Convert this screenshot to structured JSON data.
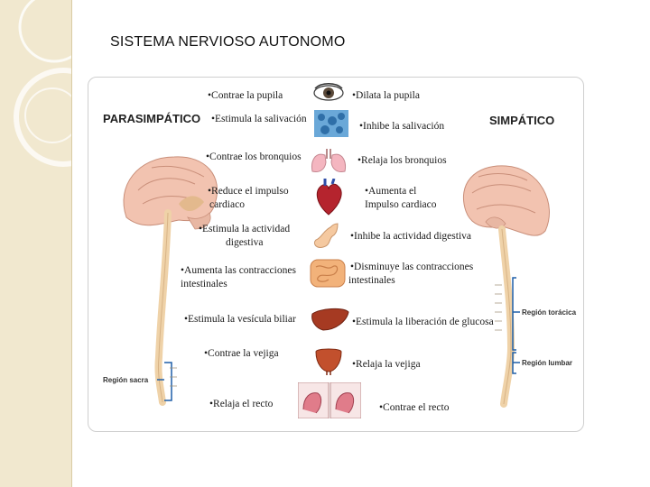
{
  "slide": {
    "title": "SISTEMA NERVIOSO AUTONOMO"
  },
  "diagram": {
    "parasympathetic_header": "PARASIMPÁTICO",
    "sympathetic_header": "SIMPÁTICO",
    "parasympathetic_effects": [
      "•Contrae la pupila",
      "•Estimula la salivación",
      "•Contrae los bronquios",
      "•Reduce el impulso",
      "cardiaco",
      "•Estimula la actividad",
      "digestiva",
      "•Aumenta las contracciones",
      "intestinales",
      "•Estimula la vesícula biliar",
      "•Contrae la vejiga",
      "•Relaja el recto"
    ],
    "sympathetic_effects": [
      "•Dilata la pupila",
      "•Inhibe la salivación",
      "•Relaja los bronquios",
      "•Aumenta el",
      "Impulso cardiaco",
      "•Inhibe la actividad digestiva",
      "•Disminuye las contracciones",
      "intestinales",
      "•Estimula la liberación de glucosa",
      "•Relaja la vejiga",
      "•Contrae el recto"
    ],
    "regions": {
      "sacral": "Región sacra",
      "thoracic": "Región torácica",
      "lumbar": "Región lumbar"
    },
    "organ_icons": [
      "eye-icon",
      "salivary-gland-icon",
      "lungs-icon",
      "heart-icon",
      "stomach-icon",
      "intestines-icon",
      "liver-icon",
      "bladder-icon",
      "rectum-icon"
    ],
    "colors": {
      "brain": "#f2c3b0",
      "spine": "#efd2a8",
      "sidebar": "#f1e8cf"
    }
  }
}
